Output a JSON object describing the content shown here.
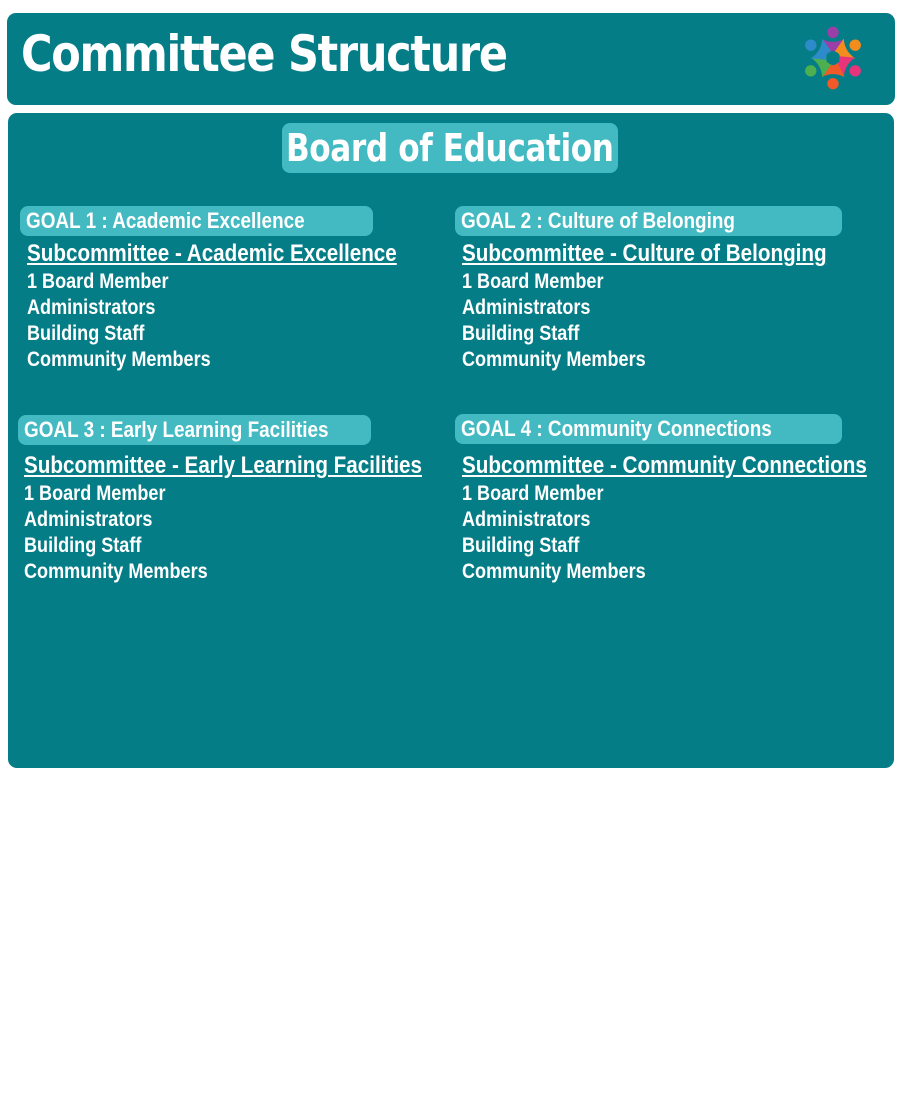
{
  "colors": {
    "primary_teal": "#057D87",
    "light_teal": "#43B9C1",
    "text": "#FFFFFF",
    "background": "#FFFFFF"
  },
  "header": {
    "title": "Committee Structure",
    "logo_icon": "people-circle-logo-icon"
  },
  "board": {
    "title": "Board of Education"
  },
  "goals": [
    {
      "label": "GOAL 1 : Academic Excellence",
      "subcommittee": "Subcommittee - Academic Excellence",
      "members": [
        "1 Board Member",
        "Administrators",
        "Building Staff",
        "Community Members"
      ]
    },
    {
      "label": "GOAL 2 : Culture of Belonging",
      "subcommittee": "Subcommittee - Culture of Belonging",
      "members": [
        "1 Board Member",
        "Administrators",
        "Building Staff",
        "Community Members"
      ]
    },
    {
      "label": "GOAL 3 : Early Learning Facilities",
      "subcommittee": "Subcommittee - Early Learning Facilities",
      "members": [
        "1 Board Member",
        "Administrators",
        "Building Staff",
        "Community Members"
      ]
    },
    {
      "label": "GOAL 4 : Community Connections",
      "subcommittee": "Subcommittee - Community Connections",
      "members": [
        "1 Board Member",
        "Administrators",
        "Building Staff",
        "Community Members"
      ]
    }
  ]
}
